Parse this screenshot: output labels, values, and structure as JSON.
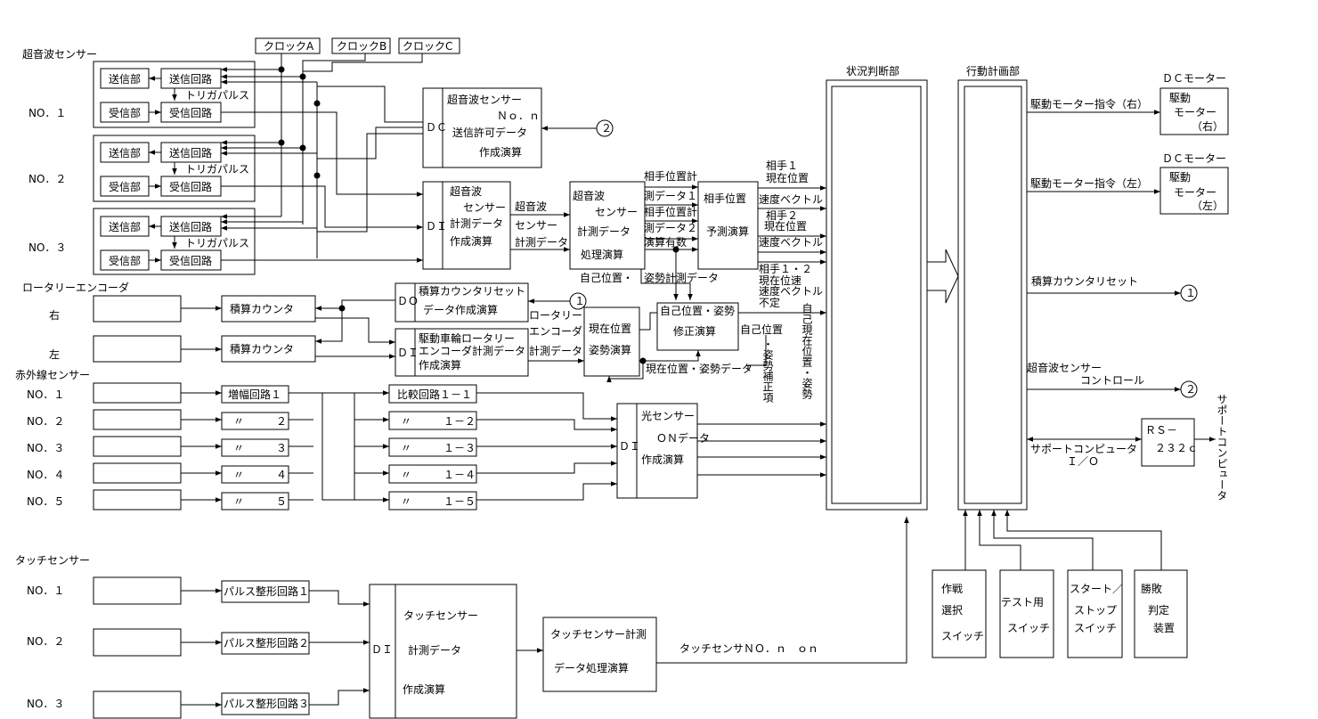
{
  "labels": {
    "us_sensor": "超音波センサー",
    "no1": "NO．１",
    "no2": "NO．２",
    "no3": "NO．３",
    "no4": "NO．４",
    "no5": "NO．５",
    "send_unit": "送信部",
    "recv_unit": "受信部",
    "send_circuit": "送信回路",
    "recv_circuit": "受信回路",
    "trigger": "トリガパルス",
    "clock_a": "クロックA",
    "clock_b": "クロックB",
    "clock_c": "クロックC",
    "do": "ＤＯ",
    "di": "ＤＩ",
    "dc": "ＤＣ",
    "us_no_n_1": "超音波センサー",
    "us_no_n_2": "Ｎｏ．ｎ",
    "us_no_n_3": "送信許可データ",
    "us_no_n_4": "作成演算",
    "us_calc_1": "超音波",
    "us_calc_2": "センサー",
    "us_calc_3": "計測データ",
    "us_calc_4": "作成演算",
    "us_proc_1": "超音波",
    "us_proc_2": "センサー",
    "us_proc_3": "計測データ",
    "us_proc_4": "処理演算",
    "us_data_1": "超音波",
    "us_data_2": "センサー",
    "us_data_3": "計測データ",
    "opp_pos_1": "相手位置",
    "opp_pos_2": "予測演算",
    "meas1_1": "相手位置計",
    "meas1_2": "測データ１",
    "meas2_1": "相手位置計",
    "meas2_2": "測データ２",
    "valid_calc": "演算有数",
    "opp1_a": "相手１",
    "opp1_b": "現在位置",
    "opp1_c": "速度ベクトル",
    "opp2_a": "相手２",
    "opp2_b": "現在位置",
    "opp2_c": "速度ベクトル",
    "opp12_a": "相手１・２",
    "opp12_b": "現在位速",
    "opp12_c": "速度ベクトル",
    "opp12_d": "不定",
    "self_attitude_meas": "自己位置・　姿勢計測データ",
    "self_corr_1": "自己位置・姿勢",
    "self_corr_2": "修正演算",
    "self_corr_out_1": "自己位置",
    "self_corr_out_2": "・姿勢補正項",
    "self_now": "自己現在位置・姿勢",
    "rotary": "ロータリーエンコーダ",
    "right": "右",
    "left": "左",
    "counter": "積算カウンタ",
    "cnt_reset_1": "積算カウンタリセット",
    "cnt_reset_2": "データ作成演算",
    "drive_enc_1": "駆動車輪ロータリー",
    "drive_enc_2": "エンコーダ計測データ",
    "drive_enc_3": "作成演算",
    "rot_data_1": "ロータリー",
    "rot_data_2": "エンコーダ",
    "rot_data_3": "計測データ",
    "pos_calc_1": "現在位置",
    "pos_calc_2": "姿勢演算",
    "pos_data": "現在位置・姿勢データ",
    "ir_sensor": "赤外線センサー",
    "amp1": "増幅回路１",
    "amp_dup": "〃",
    "amp_n2": "２",
    "amp_n3": "３",
    "amp_n4": "４",
    "amp_n5": "５",
    "cmp1": "比較回路１－１",
    "cmp_n2": "１－２",
    "cmp_n3": "１－３",
    "cmp_n4": "１－４",
    "cmp_n5": "１－５",
    "light_1": "光センサー",
    "light_2": "ＯＮデータ",
    "light_3": "作成演算",
    "situation": "状況判断部",
    "action": "行動計画部",
    "dc_motor": "ＤＣモーター",
    "motor_cmd_r": "駆動モーター指令（右）",
    "motor_cmd_l": "駆動モーター指令（左）",
    "drive": "駆動",
    "motor": "モーター",
    "r": "（右）",
    "l": "（左）",
    "cnt_reset_out": "積算カウンタリセット",
    "us_ctrl_1": "超音波センサー",
    "us_ctrl_2": "コントロール",
    "rs_1": "ＲＳ－",
    "rs_2": "２３２ｃ",
    "support_io_1": "サポートコンピュータ",
    "support_io_2": "Ｉ／Ｏ",
    "support_pc": "サポートコンピュータ",
    "touch_sensor": "タッチセンサー",
    "pulse1": "パルス整形回路１",
    "pulse2": "パルス整形回路２",
    "pulse3": "パルス整形回路３",
    "touch_calc_1": "タッチセンサー",
    "touch_calc_2": "計測データ",
    "touch_calc_3": "作成演算",
    "touch_proc_1": "タッチセンサー計測",
    "touch_proc_2": "データ処理演算",
    "touch_on": "タッチセンサＮＯ．ｎ　ｏｎ",
    "sw1_1": "作戦",
    "sw1_2": "選択",
    "sw1_3": "スイッチ",
    "sw2_1": "テスト用",
    "sw2_2": "スイッチ",
    "sw3_1": "スタート／",
    "sw3_2": "ストップ",
    "sw3_3": "スイッチ",
    "sw4_1": "勝敗",
    "sw4_2": "判定",
    "sw4_3": "装置",
    "c1": "１",
    "c2": "２"
  }
}
